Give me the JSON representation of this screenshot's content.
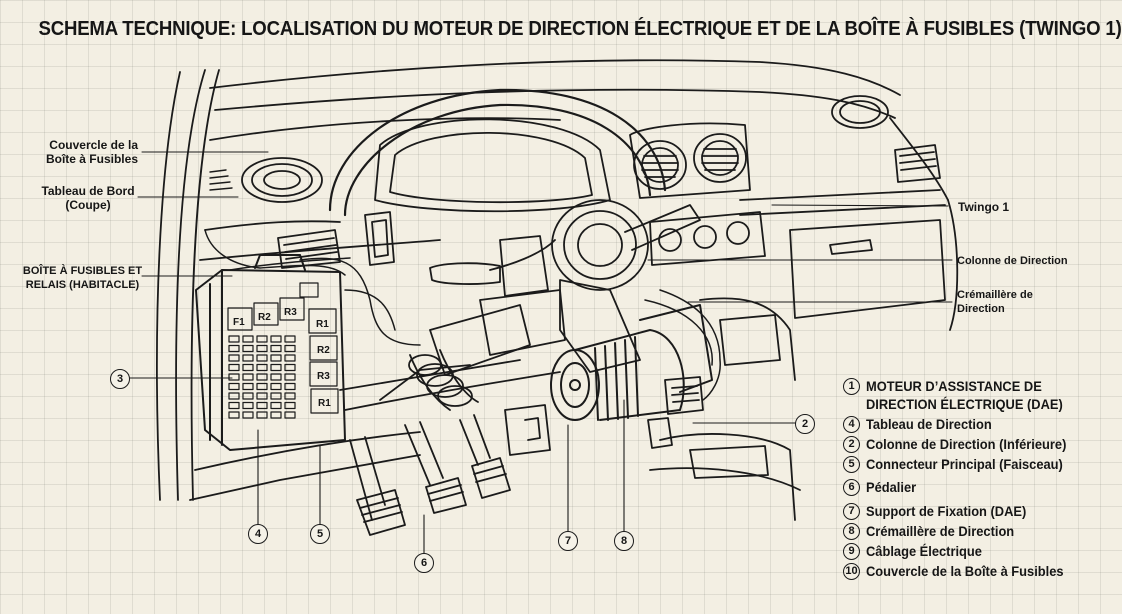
{
  "title": "SCHEMA TECHNIQUE: LOCALISATION DU MOTEUR DE DIRECTION ÉLECTRIQUE ET DE LA BOÎTE À FUSIBLES (TWINGO 1)",
  "labels": {
    "couvercle_line1": "Couvercle de la",
    "couvercle_line2": "Boîte à Fusibles",
    "tableau_line1": "Tableau de Bord",
    "tableau_line2": "(Coupe)",
    "boite_line1": "BOÎTE À FUSIBLES ET",
    "boite_line2": "RELAIS (HABITACLE)",
    "twingo": "Twingo 1",
    "colonne": "Colonne de Direction",
    "cremaillere_line1": "Crémaillère de",
    "cremaillere_line2": "Direction"
  },
  "fuse_box": {
    "fuses": [
      "F1",
      "R2",
      "R3"
    ],
    "relays": [
      "R1",
      "R2",
      "R3",
      "R1"
    ]
  },
  "callouts": {
    "c3": "3",
    "c4": "4",
    "c5": "5",
    "c6": "6",
    "c7": "7",
    "c8": "8",
    "c2": "2"
  },
  "legend": [
    {
      "num": "1",
      "text": "MOTEUR D’ASSISTANCE DE",
      "text2": "DIRECTION ÉLECTRIQUE (DAE)"
    },
    {
      "num": "4",
      "text": "Tableau de Direction"
    },
    {
      "num": "2",
      "text": "Colonne de Direction (Inférieure)"
    },
    {
      "num": "5",
      "text": "Connecteur Principal (Faisceau)"
    },
    {
      "num": "6",
      "text": "Pédalier"
    },
    {
      "num": "7",
      "text": "Support de Fixation (DAE)"
    },
    {
      "num": "8",
      "text": "Crémaillère de Direction"
    },
    {
      "num": "9",
      "text": "Câblage Électrique"
    },
    {
      "num": "10",
      "text": "Couvercle de la Boîte à Fusibles"
    }
  ],
  "colors": {
    "background": "#f3efe3",
    "ink": "#161616",
    "grid": "#d9d4c6"
  }
}
